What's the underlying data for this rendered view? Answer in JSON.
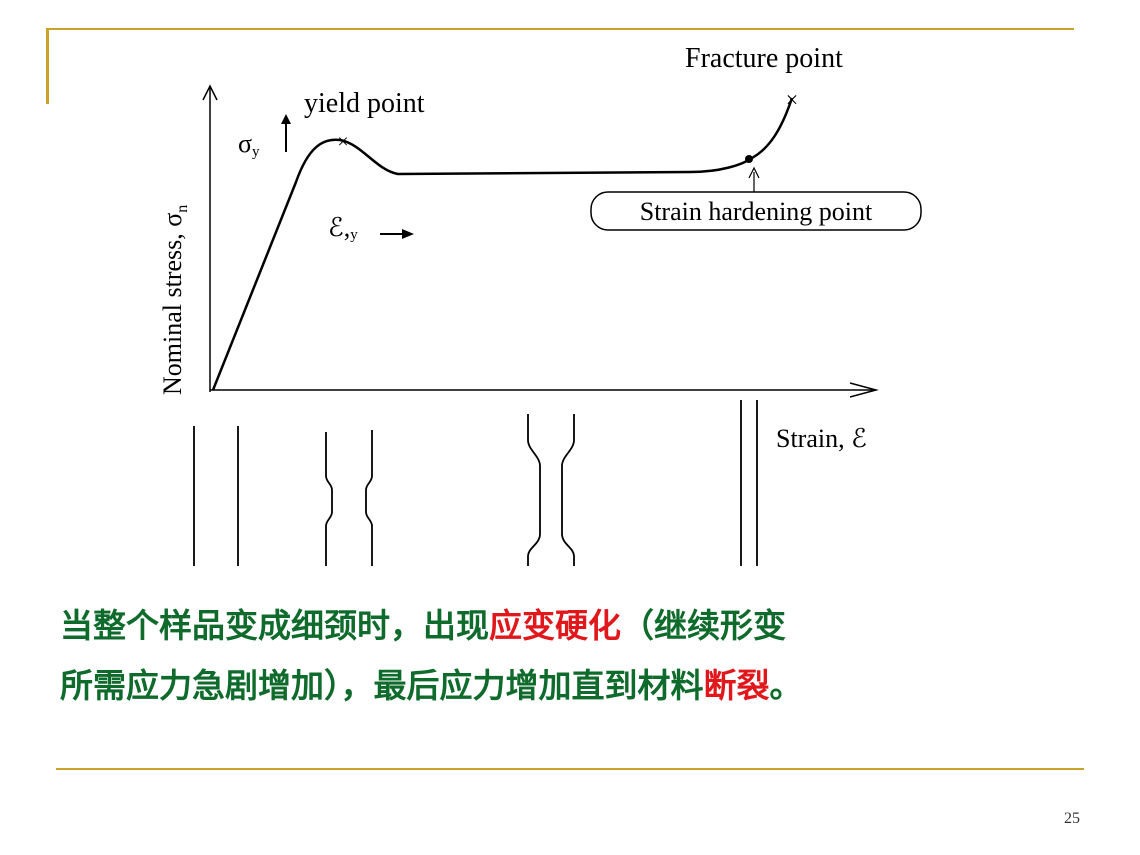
{
  "diagram": {
    "y_axis_label": "Nominal stress, σ",
    "y_axis_subscript": "n",
    "x_axis_label": "Strain, ℰ",
    "sigma_y": "σ",
    "sigma_y_sub": "y",
    "eps_y": "ℰ,",
    "eps_y_sub": "y",
    "yield_label": "yield point",
    "fracture_label": "Fracture point",
    "strain_hardening_label": "Strain hardening point",
    "yield_marker": "×",
    "fracture_marker": "×"
  },
  "caption": {
    "line1_a": "当整个样品变成细颈时，出现",
    "line1_red": "应变硬化",
    "line1_b": "（继续形变",
    "line2_a": "所需应力急剧增加），最后应力增加直到材料",
    "line2_red": "断裂",
    "line2_b": "。"
  },
  "page_number": "25",
  "colors": {
    "frame": "#c9a227",
    "caption_green": "#0f6b2c",
    "caption_red": "#e0181b"
  }
}
